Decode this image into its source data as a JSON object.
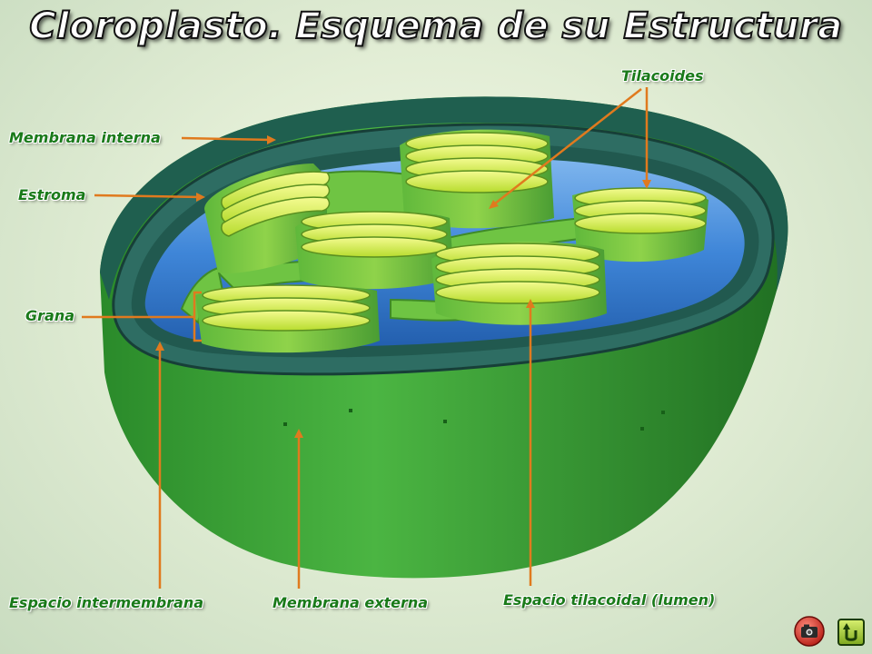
{
  "title": "Cloroplasto. Esquema de su Estructura",
  "labels": {
    "tilacoides": "Tilacoides",
    "membrana_interna": "Membrana interna",
    "estroma": "Estroma",
    "grana": "Grana",
    "espacio_intermembrana": "Espacio intermembrana",
    "membrana_externa": "Membrana externa",
    "espacio_tilacoidal": "Espacio tilacoidal (lumen)"
  },
  "buttons": {
    "camera_icon": "camera-icon",
    "return_icon": "return-arrow-icon"
  },
  "colors": {
    "label_text": "#1a7a1a",
    "arrow": "#e07a1e",
    "outer_membrane": "#2f9a2f",
    "stroma": "#3f86d8",
    "thylakoid": "#d8ee4a"
  }
}
